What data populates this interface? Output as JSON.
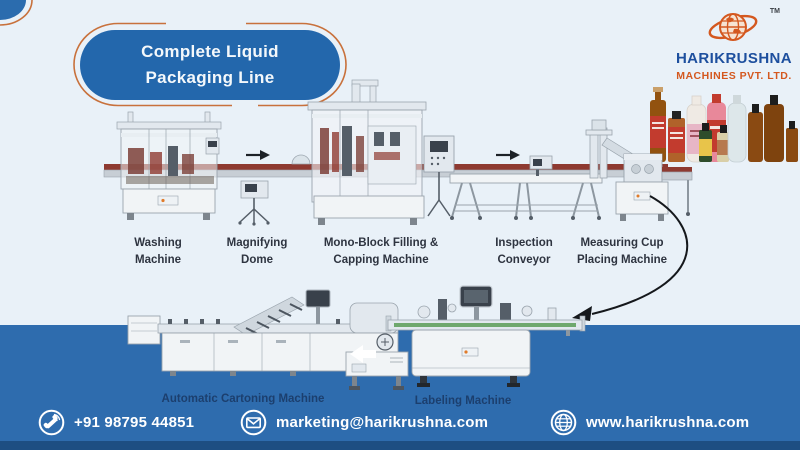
{
  "title_banner": {
    "line1": "Complete Liquid",
    "line2": "Packaging Line",
    "background_color": "#2367ac",
    "accent_outline_color": "#c8713c"
  },
  "brand": {
    "name": "HARIKRUSHNA",
    "subtitle": "MACHINES PVT. LTD.",
    "trademark": "TM",
    "name_color": "#1d4f9e",
    "subtitle_color": "#d4581f",
    "logo": "orange-globe-with-ring"
  },
  "line": {
    "stages": [
      {
        "label": "Washing\nMachine"
      },
      {
        "label": "Magnifying\nDome"
      },
      {
        "label": "Mono-Block Filling &\nCapping Machine"
      },
      {
        "label": "Inspection\nConveyor"
      },
      {
        "label": "Measuring Cup\nPlacing Machine"
      },
      {
        "label": "Labeling Machine"
      },
      {
        "label": "Automatic Cartoning Machine"
      }
    ]
  },
  "contact": {
    "phone": "+91 98795 44851",
    "email": "marketing@harikrushna.com",
    "website": "www.harikrushna.com",
    "band_color": "#2e6cae",
    "strip_color": "#1d4e82"
  },
  "palette": {
    "page_background": "#e9f1f8",
    "machine_body": "#f1f4f6",
    "machine_stroke": "#9aa4ad",
    "bottle_line": "#8e3a31",
    "label_belt_green": "#6fa86d"
  }
}
